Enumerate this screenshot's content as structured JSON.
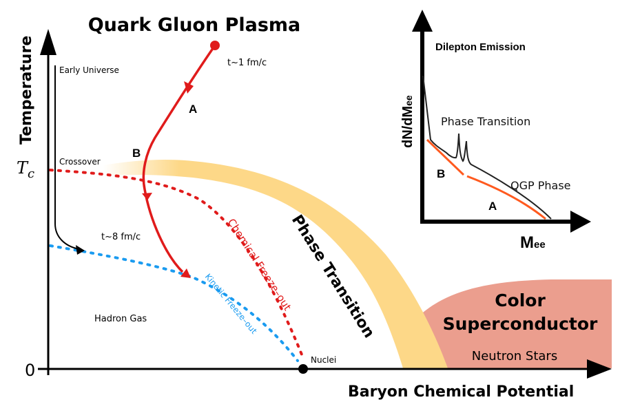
{
  "diagram": {
    "title": "Quark Gluon Plasma",
    "axes": {
      "y_label": "Temperature",
      "x_label": "Baryon Chemical Potential",
      "tc_label_main": "T",
      "tc_label_sub": "c",
      "zero_label": "0"
    },
    "labels": {
      "early_universe": "Early Universe",
      "crossover": "Crossover",
      "t1": "t~1 fm/c",
      "t8": "t~8 fm/c",
      "point_a": "A",
      "point_b": "B",
      "hadron_gas": "Hadron Gas",
      "chemical_freezeout": "Chemical Freeze–out",
      "kinetic_freezeout": "Kinetic Freeze–out",
      "phase_transition": "Phase Transition",
      "nuclei": "Nuclei",
      "color_sc_line1": "Color",
      "color_sc_line2": "Superconductor",
      "neutron_stars": "Neutron Stars"
    },
    "colors": {
      "trajectory": "#e01b1b",
      "chemical": "#e01b1b",
      "kinetic": "#1a9bf0",
      "phase_band": "#fdd888",
      "color_sc": "#eb9e8e",
      "axis": "#000000",
      "inset_fit": "#ff5a1f"
    }
  },
  "inset": {
    "title": "Dilepton Emission",
    "y_label": "dN/dM",
    "y_label_sub": "ee",
    "x_label": "M",
    "x_label_sub": "ee",
    "phase_transition": "Phase Transition",
    "qgp_phase": "QGP Phase",
    "point_a": "A",
    "point_b": "B"
  }
}
